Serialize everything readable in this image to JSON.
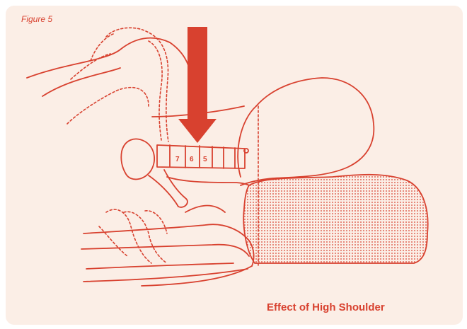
{
  "figure_label": "Figure 5",
  "caption": "Effect of High Shoulder",
  "vertebra_labels": [
    "7",
    "6",
    "5"
  ],
  "colors": {
    "accent": "#d8412f",
    "panel_bg": "#fbeee6"
  }
}
